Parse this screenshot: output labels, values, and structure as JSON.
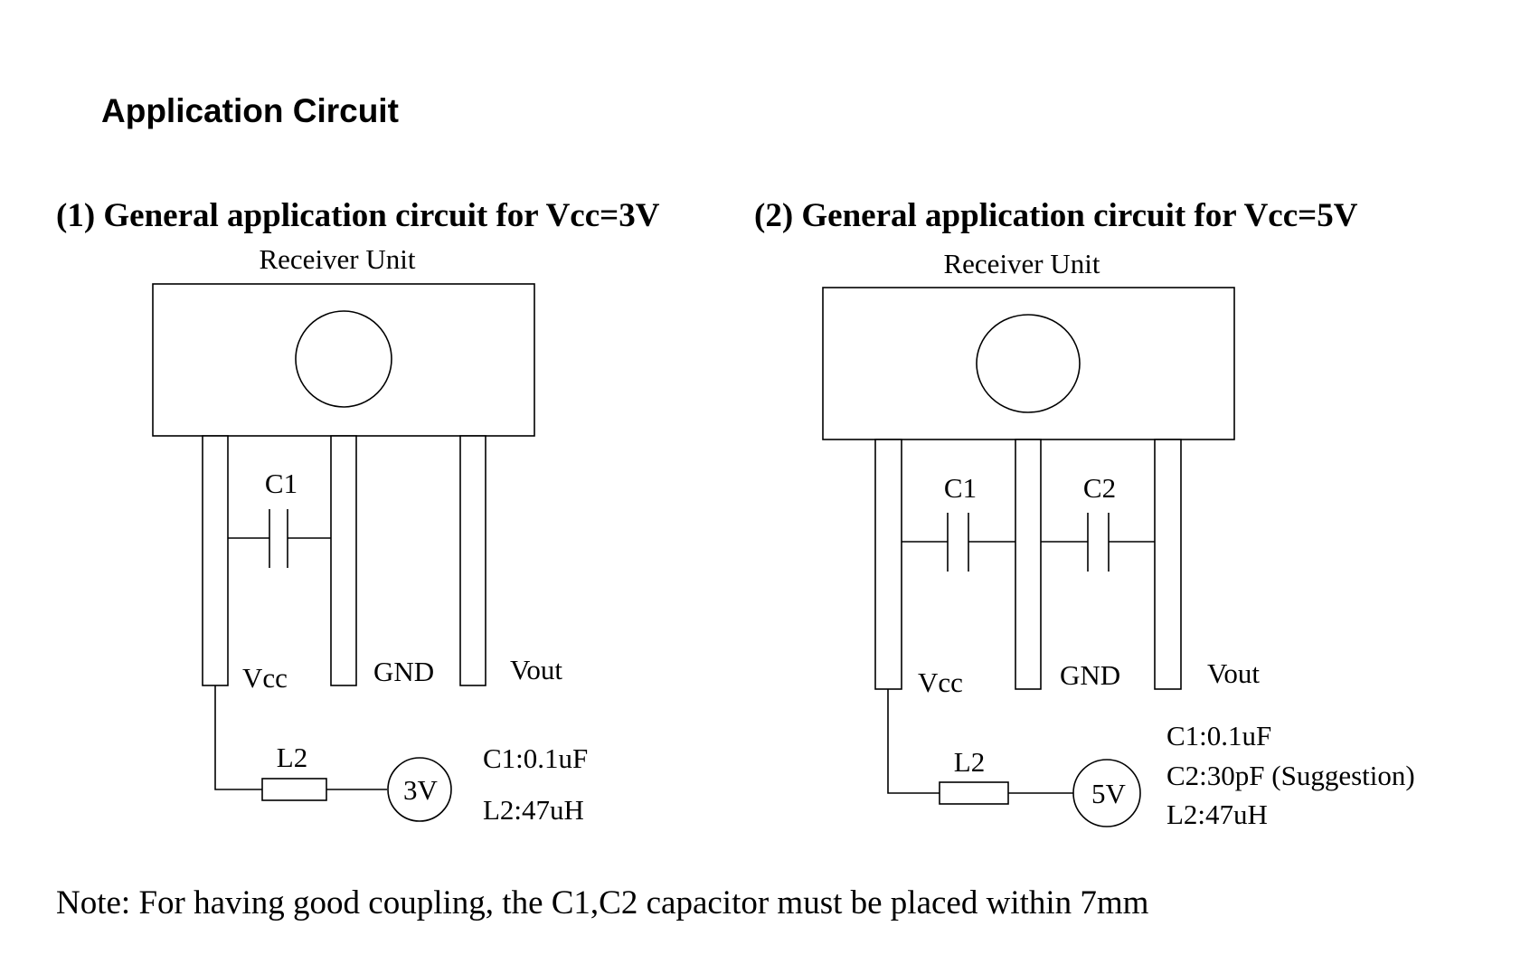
{
  "page_title": "Application Circuit",
  "note": "Note: For having good coupling, the C1,C2 capacitor must be placed within 7mm",
  "circuit1": {
    "heading": "(1) General application circuit for Vcc=3V",
    "unit_label": "Receiver Unit",
    "cap_label": "C1",
    "pin_vcc": "Vcc",
    "pin_gnd": "GND",
    "pin_vout": "Vout",
    "inductor_label": "L2",
    "source_label": "3V",
    "spec_c1": "C1:0.1uF",
    "spec_l2": "L2:47uH"
  },
  "circuit2": {
    "heading": "(2) General application circuit for Vcc=5V",
    "unit_label": "Receiver Unit",
    "cap1_label": "C1",
    "cap2_label": "C2",
    "pin_vcc": "Vcc",
    "pin_gnd": "GND",
    "pin_vout": "Vout",
    "inductor_label": "L2",
    "source_label": "5V",
    "spec_c1": "C1:0.1uF",
    "spec_c2": "C2:30pF (Suggestion)",
    "spec_l2": "L2:47uH"
  }
}
